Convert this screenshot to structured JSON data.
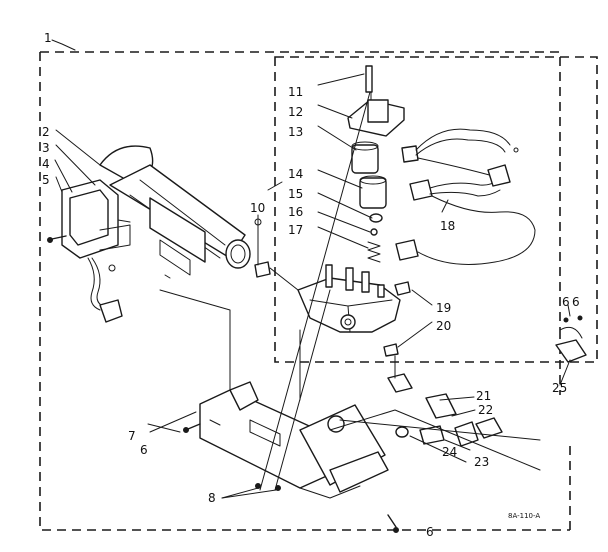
{
  "diagram": {
    "labels": [
      "1",
      "2",
      "3",
      "4",
      "5",
      "6",
      "6",
      "6",
      "6",
      "7",
      "8",
      "10",
      "11",
      "12",
      "13",
      "14",
      "15",
      "16",
      "17",
      "18",
      "19",
      "20",
      "21",
      "22",
      "23",
      "24",
      "25"
    ],
    "code": "8A-110-A",
    "colors": {
      "ink": "#1a1a1a",
      "paper": "#ffffff"
    }
  }
}
